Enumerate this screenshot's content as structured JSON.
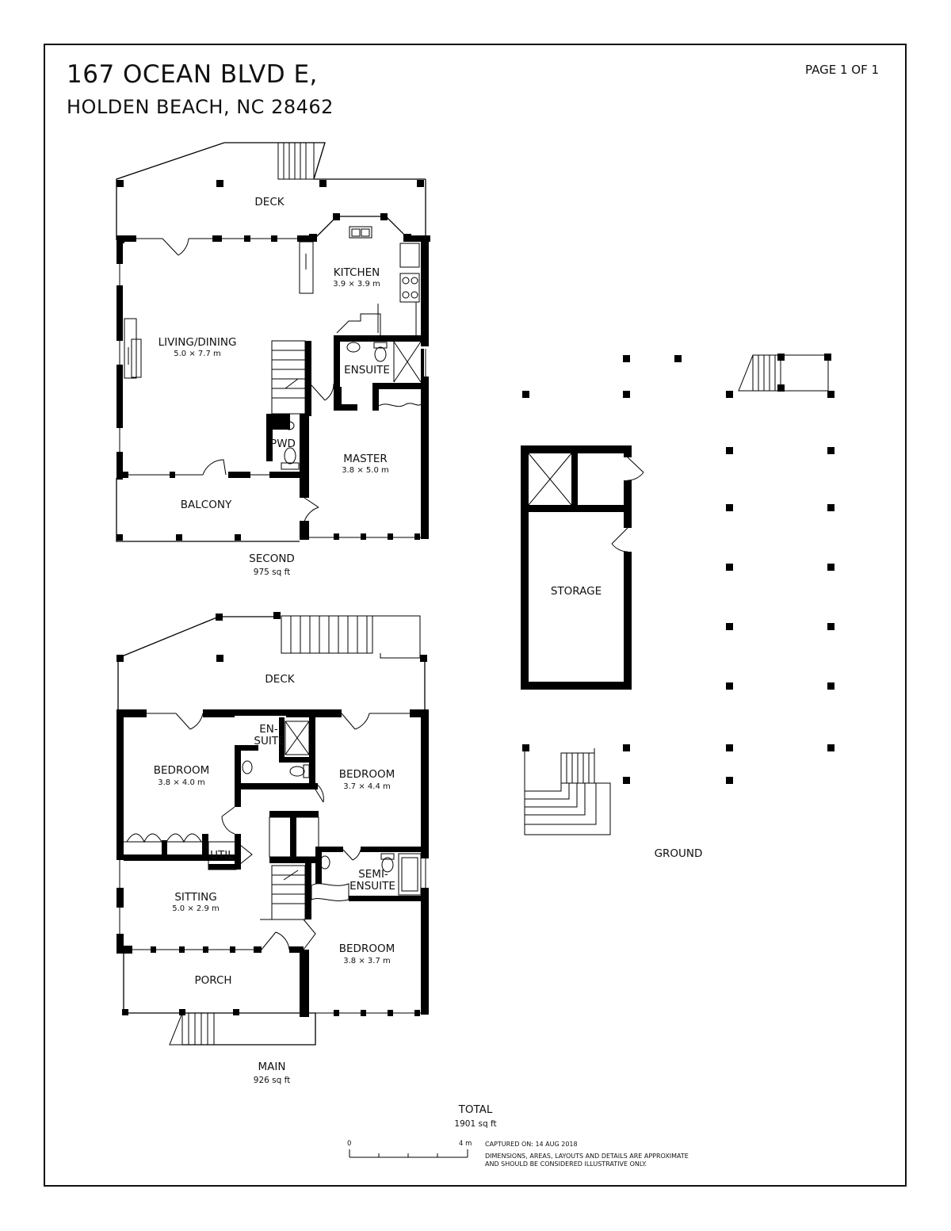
{
  "header": {
    "address_line1": "167 OCEAN BLVD E,",
    "address_line2": "HOLDEN BEACH, NC 28462",
    "page": "PAGE 1 OF 1"
  },
  "floors": {
    "second": {
      "name": "SECOND",
      "area": "975 sq ft",
      "rooms": {
        "deck": {
          "name": "DECK"
        },
        "kitchen": {
          "name": "KITCHEN",
          "dims": "3.9 × 3.9 m"
        },
        "living": {
          "name": "LIVING/DINING",
          "dims": "5.0 × 7.7 m"
        },
        "ensuite": {
          "name": "ENSUITE"
        },
        "pwd": {
          "name": "PWD"
        },
        "master": {
          "name": "MASTER",
          "dims": "3.8 × 5.0 m"
        },
        "balcony": {
          "name": "BALCONY"
        }
      }
    },
    "main": {
      "name": "MAIN",
      "area": "926 sq ft",
      "rooms": {
        "deck": {
          "name": "DECK"
        },
        "ensuite_a": {
          "name": "EN-"
        },
        "ensuite_b": {
          "name": "SUITE"
        },
        "bedroom_left": {
          "name": "BEDROOM",
          "dims": "3.8 × 4.0 m"
        },
        "bedroom_right": {
          "name": "BEDROOM",
          "dims": "3.7 × 4.4 m"
        },
        "util": {
          "name": "UTIL"
        },
        "semiensuite_a": {
          "name": "SEMI-"
        },
        "semiensuite_b": {
          "name": "ENSUITE"
        },
        "sitting": {
          "name": "SITTING",
          "dims": "5.0 × 2.9 m"
        },
        "bedroom_front": {
          "name": "BEDROOM",
          "dims": "3.8 × 3.7 m"
        },
        "porch": {
          "name": "PORCH"
        }
      }
    },
    "ground": {
      "name": "GROUND",
      "rooms": {
        "storage": {
          "name": "STORAGE"
        }
      }
    }
  },
  "total": {
    "label": "TOTAL",
    "area": "1901 sq ft"
  },
  "scale": {
    "start": "0",
    "end": "4 m"
  },
  "notes": {
    "captured": "CAPTURED ON: 14 AUG 2018",
    "disclaimer_1": "DIMENSIONS, AREAS, LAYOUTS AND DETAILS ARE APPROXIMATE",
    "disclaimer_2": "AND SHOULD BE CONSIDERED ILLUSTRATIVE ONLY."
  }
}
